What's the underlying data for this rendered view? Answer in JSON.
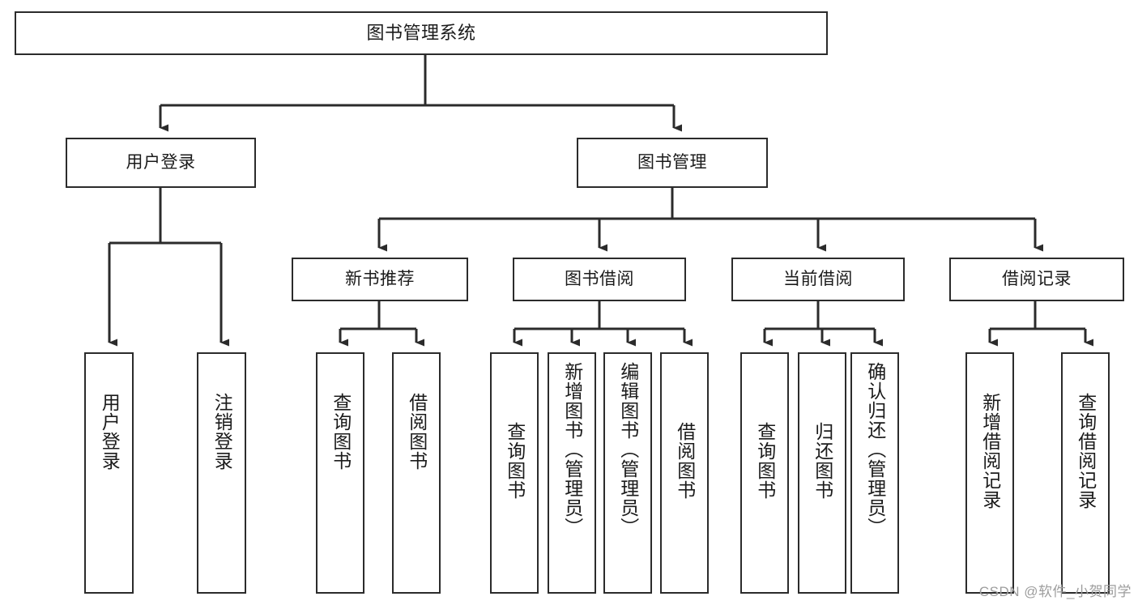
{
  "diagram": {
    "title": "图书管理系统",
    "type": "tree-hierarchy-diagram",
    "colors": {
      "stroke": "#2b2b2b",
      "fill": "#ffffff",
      "text": "#1b1b1b",
      "watermark": "#9d9d9d"
    },
    "levels": {
      "root": {
        "label": "图书管理系统"
      },
      "level2": [
        {
          "label": "用户登录"
        },
        {
          "label": "图书管理"
        }
      ],
      "level3": [
        {
          "label": "新书推荐"
        },
        {
          "label": "图书借阅"
        },
        {
          "label": "当前借阅"
        },
        {
          "label": "借阅记录"
        }
      ],
      "leaves": {
        "user_login": [
          {
            "label": "用户登录"
          },
          {
            "label": "注销登录"
          }
        ],
        "new_book_recommend": [
          {
            "label": "查询图书"
          },
          {
            "label": "借阅图书"
          }
        ],
        "book_borrow": [
          {
            "label": "查询图书"
          },
          {
            "label": "新增图书（管理员）"
          },
          {
            "label": "编辑图书（管理员）"
          },
          {
            "label": "借阅图书"
          }
        ],
        "current_borrow": [
          {
            "label": "查询图书"
          },
          {
            "label": "归还图书"
          },
          {
            "label": "确认归还（管理员）"
          }
        ],
        "borrow_records": [
          {
            "label": "新增借阅记录"
          },
          {
            "label": "查询借阅记录"
          }
        ]
      }
    }
  },
  "watermark": {
    "text": "CSDN @软件_小贺同学"
  }
}
